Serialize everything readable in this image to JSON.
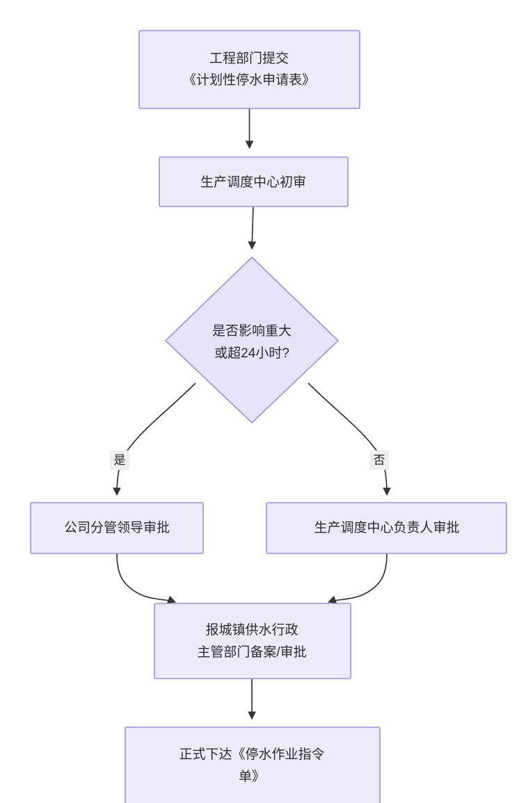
{
  "diagram": {
    "type": "flowchart",
    "direction": "top-to-bottom",
    "background_color": "#ffffff",
    "node_fill_color": "#ECEAFB",
    "node_border_color": "#9F8FD6",
    "edge_color": "#333333",
    "text_color": "#2b2b33",
    "edge_label_bg_color": "#efefef"
  },
  "nodes": [
    {
      "id": "n1",
      "shape": "rectangle",
      "lines": [
        "工程部门提交",
        "《计划性停水申请表》"
      ]
    },
    {
      "id": "n2",
      "shape": "rectangle",
      "lines": [
        "生产调度中心初审"
      ]
    },
    {
      "id": "n3",
      "shape": "diamond",
      "lines": [
        "是否影响重大",
        "或超24小时?"
      ]
    },
    {
      "id": "n4",
      "shape": "rectangle",
      "lines": [
        "公司分管领导审批"
      ]
    },
    {
      "id": "n5",
      "shape": "rectangle",
      "lines": [
        "生产调度中心负责人审批"
      ]
    },
    {
      "id": "n6",
      "shape": "rectangle",
      "lines": [
        "报城镇供水行政",
        "主管部门备案/审批"
      ]
    },
    {
      "id": "n7",
      "shape": "rectangle",
      "lines": [
        "正式下达《停水作业指令",
        "单》"
      ]
    }
  ],
  "edges": [
    {
      "id": "e1",
      "from": "n1",
      "to": "n2",
      "label": ""
    },
    {
      "id": "e2",
      "from": "n2",
      "to": "n3",
      "label": ""
    },
    {
      "id": "e3",
      "from": "n3",
      "to": "n4",
      "label": "是"
    },
    {
      "id": "e4",
      "from": "n3",
      "to": "n5",
      "label": "否"
    },
    {
      "id": "e5",
      "from": "n4",
      "to": "n6",
      "label": ""
    },
    {
      "id": "e6",
      "from": "n5",
      "to": "n6",
      "label": ""
    },
    {
      "id": "e7",
      "from": "n6",
      "to": "n7",
      "label": ""
    }
  ]
}
